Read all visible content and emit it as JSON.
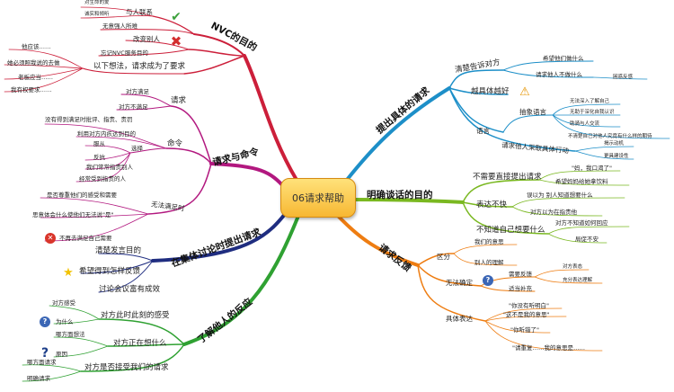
{
  "center": "06请求帮助",
  "nvc": {
    "title": "NVC的目的",
    "connect": "与人联系",
    "connect_a": "对生命的爱",
    "connect_b": "诚实和倾听",
    "connect_c": "无意强人所难",
    "change": "改变别人",
    "forget": "忘记NVC服务目的",
    "when": "以下想法，请求成为了要求",
    "when_items": [
      "他应该……",
      "她必须照我说的去做",
      "老板应当……",
      "我有权要求……"
    ]
  },
  "request": {
    "title": "请求与命令",
    "req": "请求",
    "req_a": "对方满足",
    "req_b": "对方不满足",
    "cmd": "命令",
    "cmd_a": "没有得到满足时批评、指责、责罚",
    "cmd_b": "利用对方内疚达到目的",
    "obey": "服从",
    "choice": "选择",
    "resist": "反抗",
    "cmd_c": "我们常常指责别人",
    "cmd_d": "经常受到指责的人",
    "uncond": "无法满足时",
    "uncond_a": "是否尊重他们的感受和需要",
    "uncond_b": "思意体会什么使他们无法说\"是\"",
    "uncond_c": "不再去满足自己需要"
  },
  "group": {
    "title": "在集体讨论时提出请求",
    "a": "清楚发言目的",
    "b": "希望得到怎样反馈",
    "c": "讨论会议富有成效"
  },
  "reaction": {
    "title": "了解他人的反应",
    "feel": "对方此时此刻的感受",
    "feel_a": "对方感受",
    "feel_b": "为什么",
    "think": "对方正在想什么",
    "think_a": "哪方面想法",
    "think_b": "原因",
    "accept": "对方是否接受我们的请求",
    "accept_a": "哪方面请求",
    "accept_b": "明确请求"
  },
  "concrete": {
    "title": "提出具体的请求",
    "clear": "清楚告诉对方",
    "clear_a": "希望他们做什么",
    "clear_b": "请求他人不做什么",
    "clear_c": "困惑反感",
    "vague": "越具体越好",
    "abstract": "抽象语言",
    "abstract_a": "无法深入了解自己",
    "abstract_b": "无助于深化自我认识",
    "abstract_c": "助骑与人交流",
    "abstract_d": "不清楚自己对他人究竟有什么样的期待",
    "language": "语言",
    "action": "请求他人采取具体行动",
    "action_a": "揭示动机",
    "action_b": "更具建设性"
  },
  "purpose": {
    "title": "明确谈话的目的",
    "nodirect": "不需要直接提出请求",
    "nodirect_a": "\"妈，我口渴了\"",
    "nodirect_b": "希望妈妈给她拿饮料",
    "unclear": "表达不快",
    "unclear_a": "误以为 别人知道想要什么",
    "unclear_b": "对方以为在指责他",
    "unknown": "不知道自己想要什么",
    "unknown_a": "对方不知道如何回应",
    "unknown_b": "局促不安"
  },
  "feedback": {
    "title": "请求反馈",
    "distinguish": "区分",
    "distinguish_a": "我们的意思",
    "distinguish_b": "别人的理解",
    "unsure": "无法确定",
    "need": "需要反馈",
    "need_a": "对方表态",
    "need_b": "充分表达理解",
    "supplement": "适当补充",
    "express": "具体表达",
    "express_a": "\"你没有听明白\"",
    "express_b": "\"这不是我的意思\"",
    "express_c": "\"你听错了\"",
    "express_d": "\"请重复……我的意思是……"
  },
  "colors": {
    "nvc": "#cc1f3a",
    "request": "#b2187f",
    "group": "#1f2d80",
    "reaction": "#2fa132",
    "concrete": "#1d8fc8",
    "purpose": "#7ab821",
    "feedback": "#ee7d12"
  }
}
